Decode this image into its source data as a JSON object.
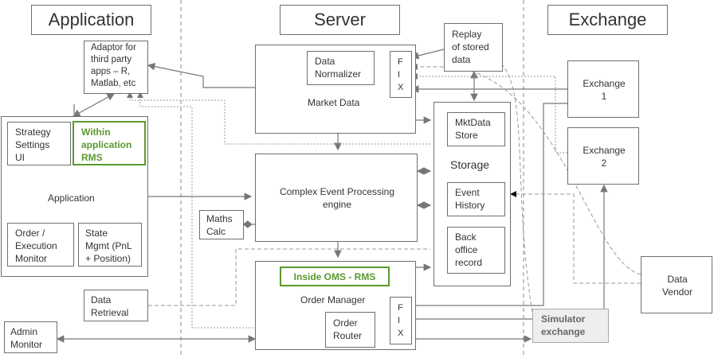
{
  "headers": {
    "application": "Application",
    "server": "Server",
    "exchange": "Exchange"
  },
  "nodes": {
    "adaptor": "Adaptor for\nthird party\napps – R,\nMatlab, etc",
    "strategy_settings": "Strategy\nSettings\nUI",
    "within_rms": "Within\napplication\nRMS",
    "application": "Application",
    "order_exec": "Order /\nExecution\nMonitor",
    "state_mgmt": "State\nMgmt (PnL\n+ Position)",
    "data_retrieval": "Data\nRetrieval",
    "admin_monitor": "Admin\nMonitor",
    "market_data": "Market Data",
    "data_normalizer": "Data\nNormalizer",
    "fix_top": "F\nI\nX",
    "cep": "Complex Event Processing\nengine",
    "maths_calc": "Maths\nCalc",
    "inside_oms": "Inside OMS - RMS",
    "order_manager": "Order Manager",
    "order_router": "Order\nRouter",
    "fix_bottom": "F\nI\nX",
    "replay": "Replay\nof stored\ndata",
    "storage": "Storage",
    "mktdata_store": "MktData\nStore",
    "event_history": "Event\nHistory",
    "back_office": "Back\noffice\nrecord",
    "exchange1": "Exchange\n1",
    "exchange2": "Exchange\n2",
    "data_vendor": "Data\nVendor",
    "simulator": "Simulator\nexchange"
  }
}
